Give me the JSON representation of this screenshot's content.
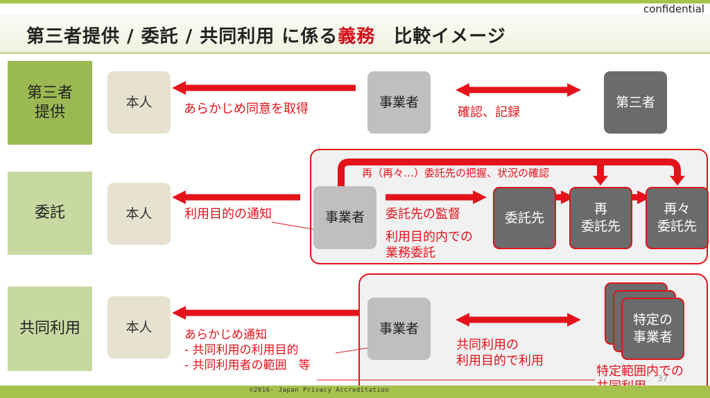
{
  "header": {
    "confidential": "confidential",
    "title_pre": "第三者提供 / 委託 / 共同利用 に係る",
    "title_red": "義務",
    "title_post": "　比較イメージ"
  },
  "rows": {
    "third_party": {
      "category": "第三者\n提供",
      "person": "本人",
      "consent_label": "あらかじめ同意を取得",
      "business": "事業者",
      "record_label": "確認、記録",
      "third": "第三者"
    },
    "entrust": {
      "category": "委託",
      "person": "本人",
      "notify_label": "利用目的の通知",
      "business": "事業者",
      "top_label": "再（再々…）委託先の把握、状況の確認",
      "supervise_label": "委託先の監督",
      "scope_label": "利用目的内での\n業務委託",
      "entrustee": "委託先",
      "re_entrustee": "再\n委託先",
      "re_re_entrustee": "再々\n委託先"
    },
    "joint": {
      "category": "共同利用",
      "person": "本人",
      "notify_label": "あらかじめ通知\n- 共同利用の利用目的\n- 共同利用者の範囲　等",
      "business": "事業者",
      "joint_label": "共同利用の\n利用目的で利用",
      "specific": "特定の\n事業者",
      "scope_label": "特定範囲内での\n共同利用"
    }
  },
  "footer": {
    "copyright": "©2016- Japan Privacy Accreditation",
    "page": "37"
  },
  "colors": {
    "accent_red": "#e3121b",
    "green_dark": "#9ab952",
    "green_light": "#c7d9a1"
  }
}
